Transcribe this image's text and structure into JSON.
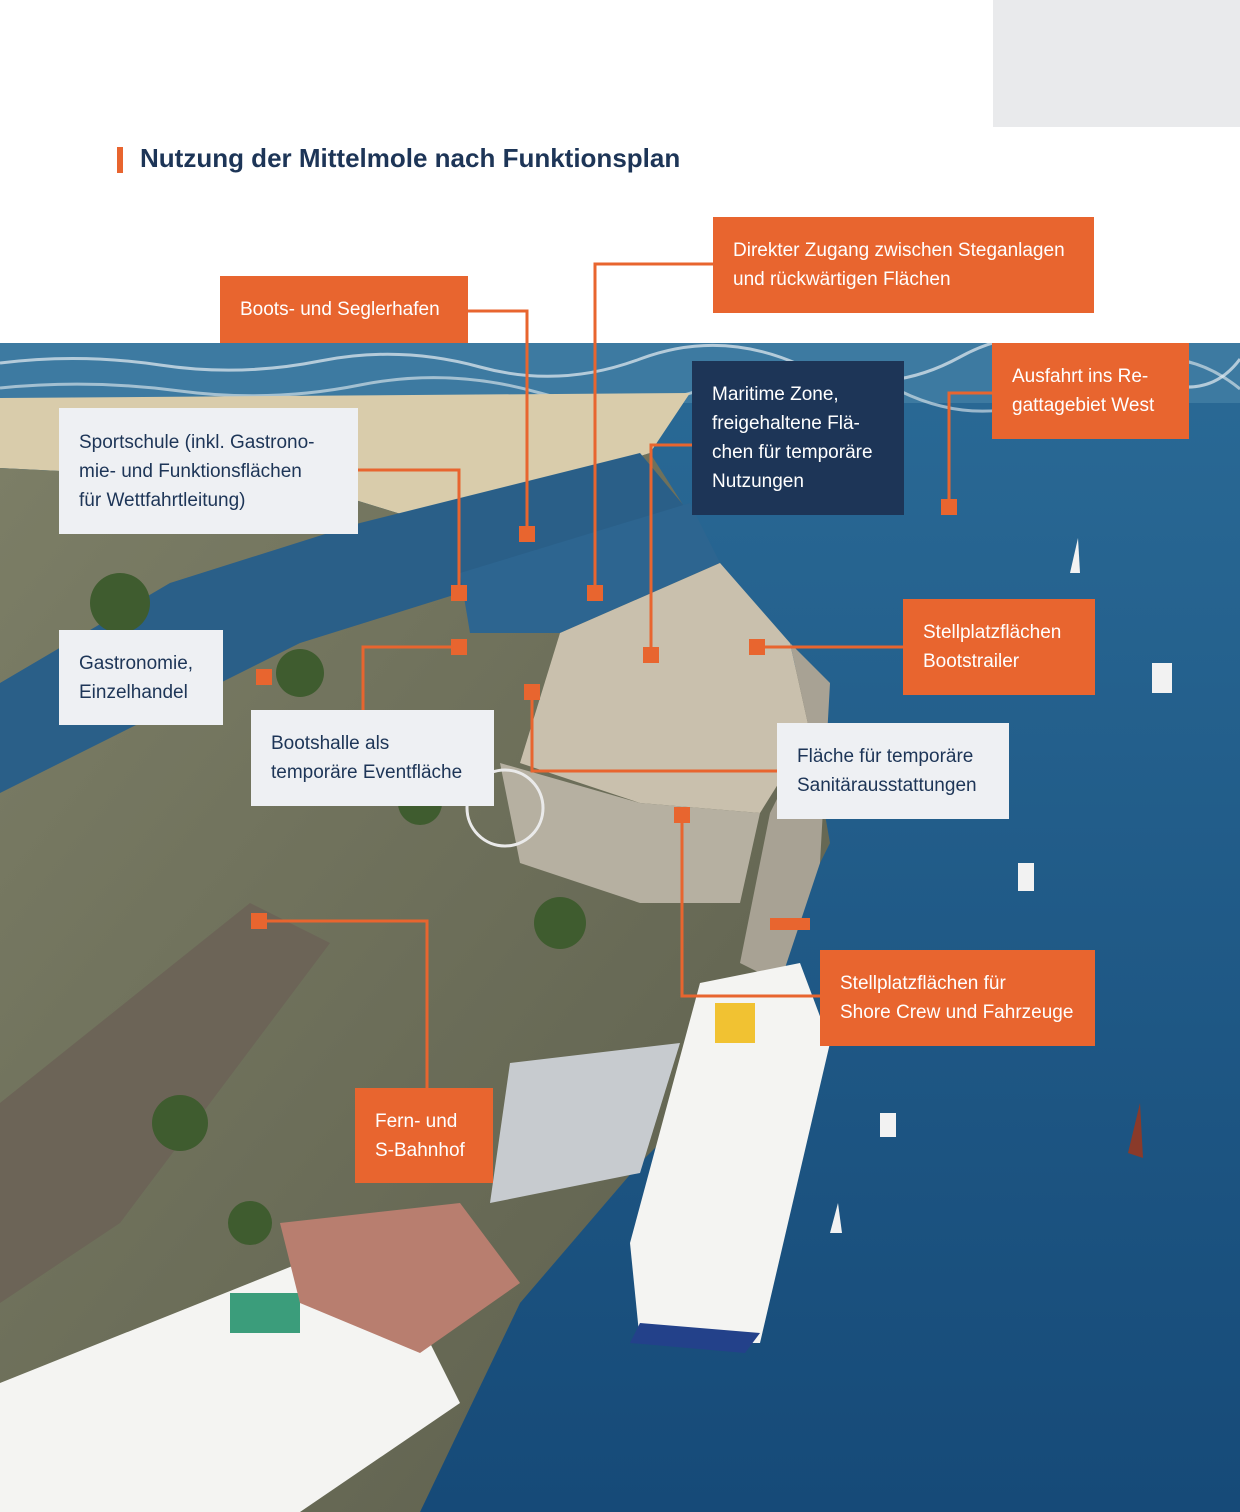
{
  "title": "Nutzung der Mittelmole nach Funktionsplan",
  "colors": {
    "accent": "#e8652f",
    "navy": "#1d3557",
    "light_box": "#eef0f3",
    "sea": "#1d5585"
  },
  "labels": {
    "boots_seglerhafen": "Boots- und Seglerhafen",
    "direkter_zugang": "Direkter Zugang zwischen Steganlagen\nund rückwärtigen Flächen",
    "sportschule": "Sportschule (inkl. Gastrono-\nmie- und Funktionsflächen\nfür Wettfahrtleitung)",
    "maritime_zone": "Maritime Zone,\nfreigehaltene Flä-\nchen für temporäre\nNutzungen",
    "ausfahrt": "Ausfahrt ins Re-\ngattagebiet West",
    "stellplatz_bootstrailer": "Stellplatzflächen\nBootstrailer",
    "gastronomie": "Gastronomie,\nEinzelhandel",
    "bootshalle": "Bootshalle als\ntemporäre Eventfläche",
    "sanitaer": "Fläche für temporäre\nSanitärausstattungen",
    "shore_crew": "Stellplatzflächen für\nShore Crew und Fahrzeuge",
    "bahnhof": "Fern- und\nS-Bahnhof"
  }
}
